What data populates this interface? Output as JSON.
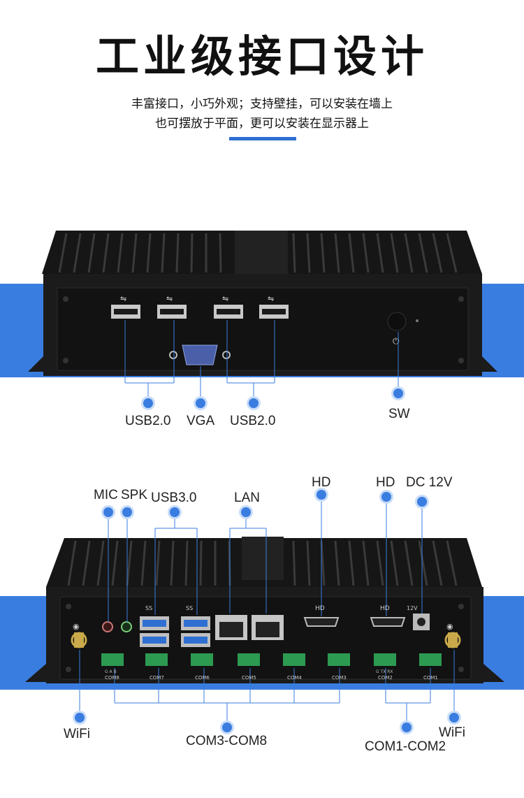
{
  "header": {
    "title": "工业级接口设计",
    "subtitle_line1": "丰富接口，小巧外观；支持壁挂，可以安装在墙上",
    "subtitle_line2": "也可摆放于平面，更可以安装在显示器上"
  },
  "colors": {
    "accent": "#3a7de0",
    "device": "#1b1b1b"
  },
  "front_panel": {
    "labels": {
      "usb_left": "USB2.0",
      "vga": "VGA",
      "usb_right": "USB2.0",
      "sw": "SW"
    }
  },
  "rear_panel": {
    "labels": {
      "mic": "MIC",
      "spk": "SPK",
      "usb3": "USB3.0",
      "lan": "LAN",
      "hd1": "HD",
      "hd2": "HD",
      "dc": "DC 12V",
      "wifi_left": "WiFi",
      "com3_8": "COM3-COM8",
      "com1_2": "COM1-COM2",
      "wifi_right": "WiFi"
    },
    "port_prints": {
      "ss1": "SS",
      "ss2": "SS",
      "hd_a": "HD",
      "hd_b": "HD",
      "v12": "12V",
      "com8": "COM8",
      "com7": "COM7",
      "com6": "COM6",
      "com5": "COM5",
      "com4": "COM4",
      "com3": "COM3",
      "com2": "COM2",
      "com1": "COM1",
      "gab": "G A B",
      "gtxrx": "G TX RX"
    }
  }
}
